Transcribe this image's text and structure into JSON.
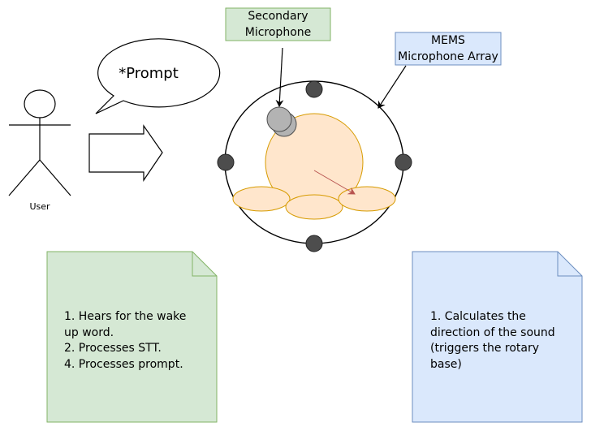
{
  "colors": {
    "green_fill": "#d5e8d4",
    "green_stroke": "#82b366",
    "blue_fill": "#dae8fc",
    "blue_stroke": "#6c8ebf",
    "peach_fill": "#ffe6cc",
    "peach_stroke": "#d79b00",
    "mic_dark": "#4d4d4d",
    "mic_gray": "#b3b3b3",
    "red_arrow": "#b85450"
  },
  "user": {
    "label": "User"
  },
  "speech_bubble": {
    "text": "*Prompt"
  },
  "secondary_mic": {
    "label": "Secondary\nMicrophone"
  },
  "mems_array": {
    "label": "MEMS\nMicrophone Array"
  },
  "left_note": {
    "text": "1. Hears for the wake\nup word.\n2. Processes STT.\n4. Processes prompt."
  },
  "right_note": {
    "text": "1. Calculates the\ndirection of the sound\n(triggers the rotary\nbase)"
  }
}
